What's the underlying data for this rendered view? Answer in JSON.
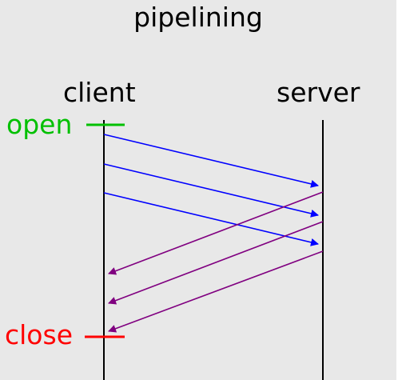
{
  "diagram": {
    "title": "pipelining",
    "hosts": {
      "client": "client",
      "server": "server"
    },
    "events": {
      "open": "open",
      "close": "close"
    },
    "colors": {
      "background": "#e8e8e8",
      "timeline": "#000000",
      "request": "#0000ff",
      "response": "#800080",
      "open": "#00c000",
      "close": "#ff0000"
    },
    "requests": [
      {
        "direction": "client-to-server",
        "order": 1
      },
      {
        "direction": "client-to-server",
        "order": 2
      },
      {
        "direction": "client-to-server",
        "order": 3
      }
    ],
    "responses": [
      {
        "direction": "server-to-client",
        "order": 1
      },
      {
        "direction": "server-to-client",
        "order": 2
      },
      {
        "direction": "server-to-client",
        "order": 3
      }
    ]
  }
}
